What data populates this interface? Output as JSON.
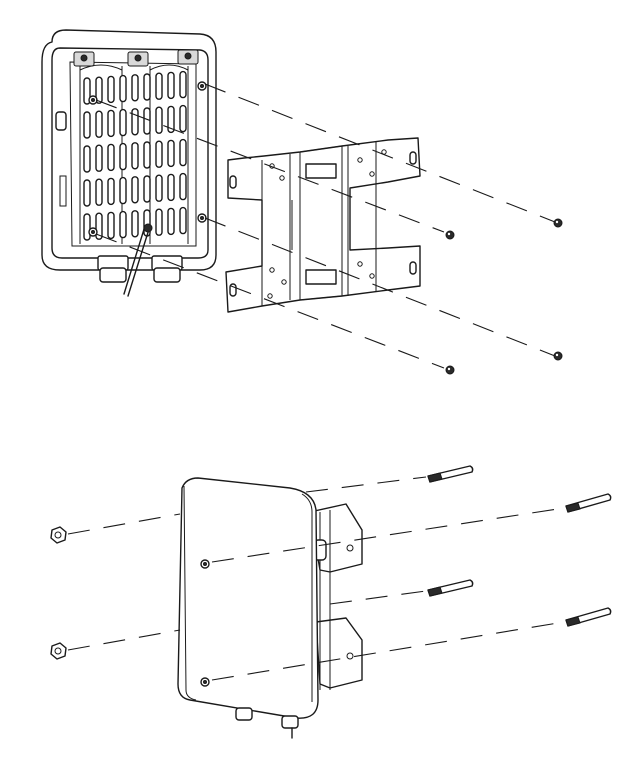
{
  "figure": {
    "background": "#ffffff",
    "line_color": "#1a1a1a",
    "steps": [
      {
        "id": "attach-bracket",
        "components": [
          "access-point-back-with-heatsink",
          "mounting-bracket",
          "bracket-screws-x4",
          "dashed-alignment-lines"
        ]
      },
      {
        "id": "mount-to-wall",
        "components": [
          "access-point-front-cover",
          "bracket-side-view",
          "hex-nuts-x2",
          "wall-anchors-x4",
          "dashed-alignment-lines"
        ]
      }
    ]
  }
}
